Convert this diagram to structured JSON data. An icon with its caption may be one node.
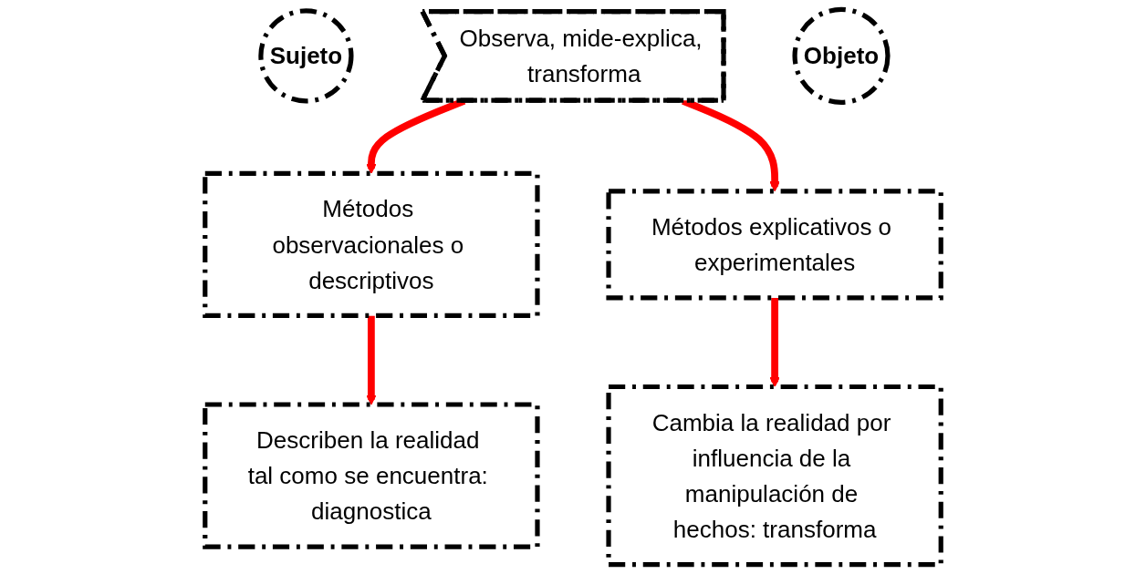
{
  "diagram": {
    "nodes": [
      {
        "text": [
          "Sujeto"
        ]
      },
      {
        "text": [
          "Observa, mide-explica, transforma"
        ]
      },
      {
        "text": [
          "Objeto"
        ]
      },
      {
        "text": [
          "Métodos observacionales o descriptivos"
        ]
      },
      {
        "text": [
          "Métodos explicativos o experimentales"
        ]
      },
      {
        "text": [
          "Describen la realidad tal como se encuentra: diagnostica"
        ]
      },
      {
        "text": [
          "Cambia la realidad por influencia de la manipulación de hechos: transforma"
        ]
      }
    ],
    "edges": [
      {
        "from": 1,
        "to": 3,
        "arrow": "to",
        "color": "#ff0000"
      },
      {
        "from": 1,
        "to": 4,
        "arrow": "to",
        "color": "#ff0000"
      },
      {
        "from": 3,
        "to": 5,
        "arrow": "to",
        "color": "#ff0000"
      },
      {
        "from": 4,
        "to": 6,
        "arrow": "to",
        "color": "#ff0000"
      }
    ]
  }
}
